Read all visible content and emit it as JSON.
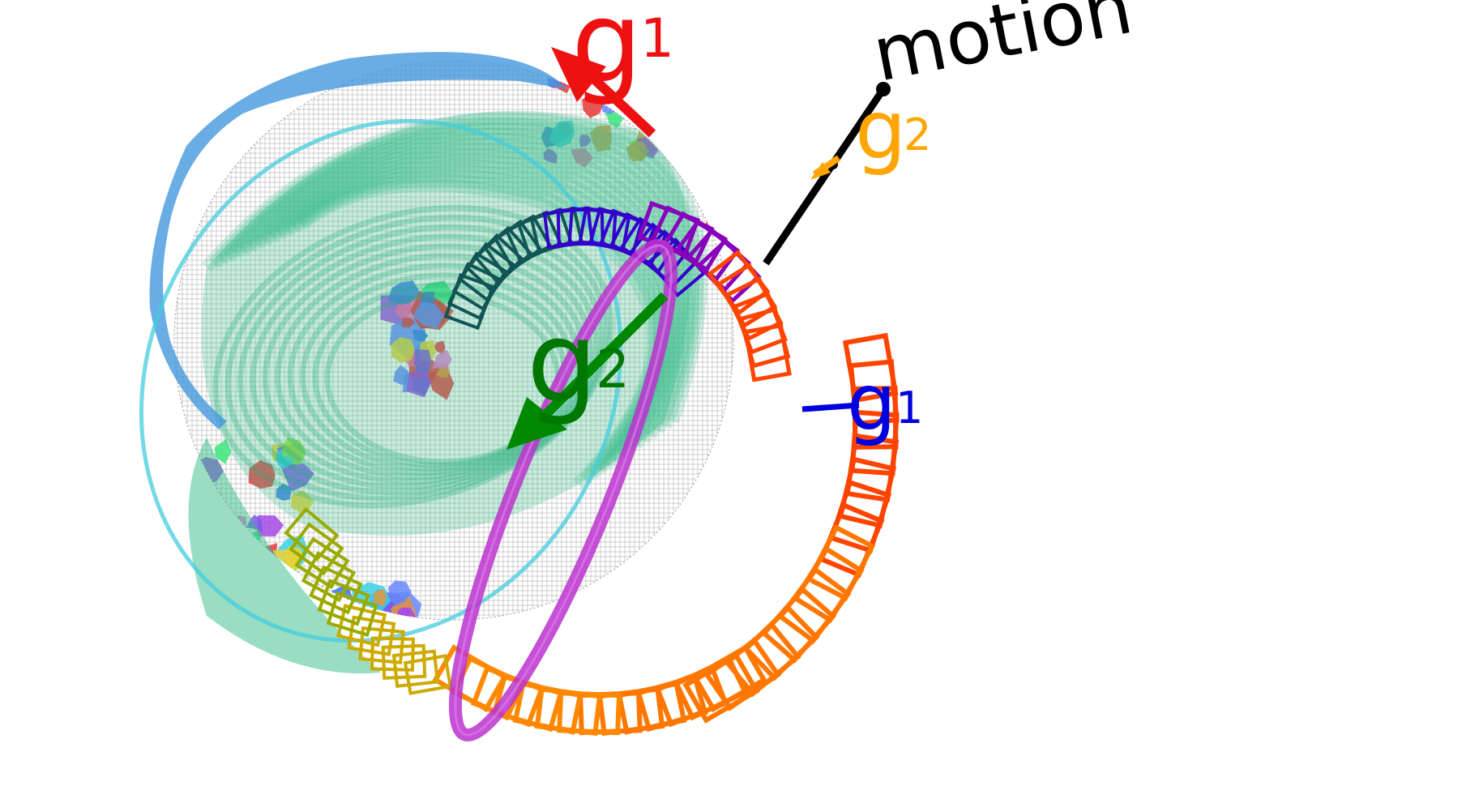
{
  "labels": {
    "motion": "motion",
    "top_g": "g",
    "top_sub": "1",
    "orange_g": "g",
    "orange_sub": "2",
    "green_g": "g",
    "green_sub": "2",
    "blue_g": "g",
    "blue_sub": "1"
  },
  "colors": {
    "background": "#ffffff",
    "motion": "#000000",
    "top_g1": "#ee1111",
    "g2_orange": "#ffa500",
    "g2_green": "#007700",
    "g1_blue": "#0000dd",
    "sphere_mesh": "#222222",
    "teal_bands": "#33bb88",
    "light_blue_ring": "#4499dd",
    "cyan_ring": "#44ccdd",
    "purple_ring": "#bb33cc",
    "frames_orange": "#ff7700",
    "frames_red": "#ff4400",
    "frames_violet": "#8800bb",
    "frames_indigo": "#3300cc",
    "frames_dark_teal": "#115555",
    "frames_olive": "#99aa00",
    "frames_gold": "#ccaa00"
  }
}
